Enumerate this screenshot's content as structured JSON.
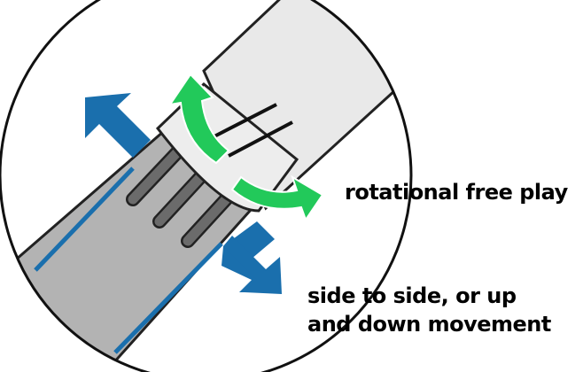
{
  "labels": {
    "rotational": "rotational free play",
    "side_line1": "side to side, or up",
    "side_line2": "and down movement"
  },
  "colors": {
    "green_arrow": "#22c95a",
    "blue_arrow": "#1a6fad",
    "tube_fill": "#b3b3b3",
    "handle_fill": "#e9e9e9",
    "slot_fill": "#6b6b6b",
    "outline": "#222222"
  }
}
